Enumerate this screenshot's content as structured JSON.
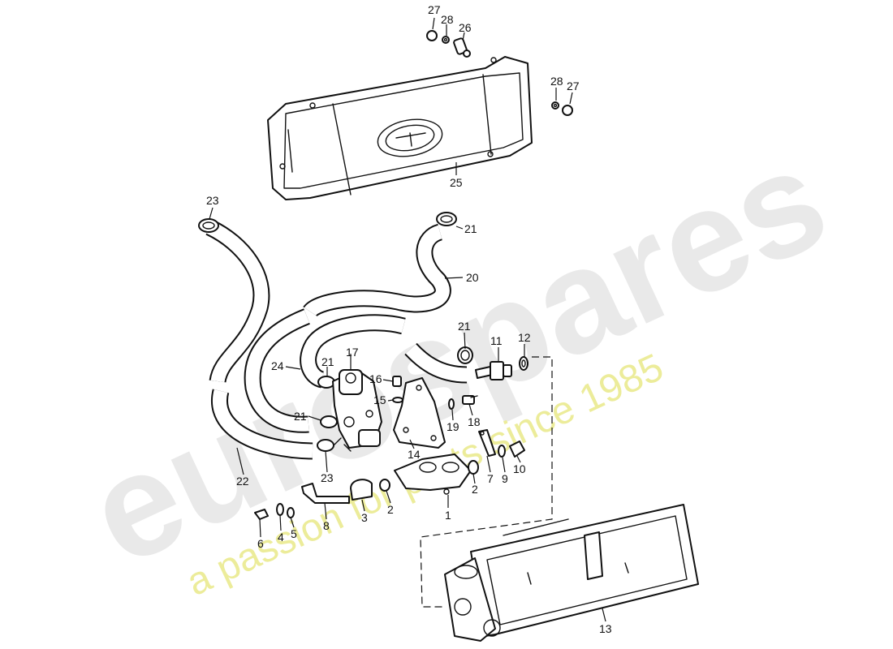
{
  "watermark": {
    "brand": "eurospares",
    "tagline": "a passion for parts since 1985",
    "brand_color": "#e9e9e9",
    "tagline_color": "#ecec9a"
  },
  "callouts": {
    "c1": "1",
    "c2a": "2",
    "c2b": "2",
    "c3": "3",
    "c4": "4",
    "c5": "5",
    "c6": "6",
    "c7": "7",
    "c8": "8",
    "c9": "9",
    "c10": "10",
    "c11": "11",
    "c12": "12",
    "c13": "13",
    "c14": "14",
    "c15": "15",
    "c16": "16",
    "c17": "17",
    "c18": "18",
    "c19": "19",
    "c20": "20",
    "c21a": "21",
    "c21b": "21",
    "c21c": "21",
    "c21d": "21",
    "c22": "22",
    "c23a": "23",
    "c23b": "23",
    "c24": "24",
    "c25": "25",
    "c26": "26",
    "c27a": "27",
    "c27b": "27",
    "c28a": "28",
    "c28b": "28"
  }
}
